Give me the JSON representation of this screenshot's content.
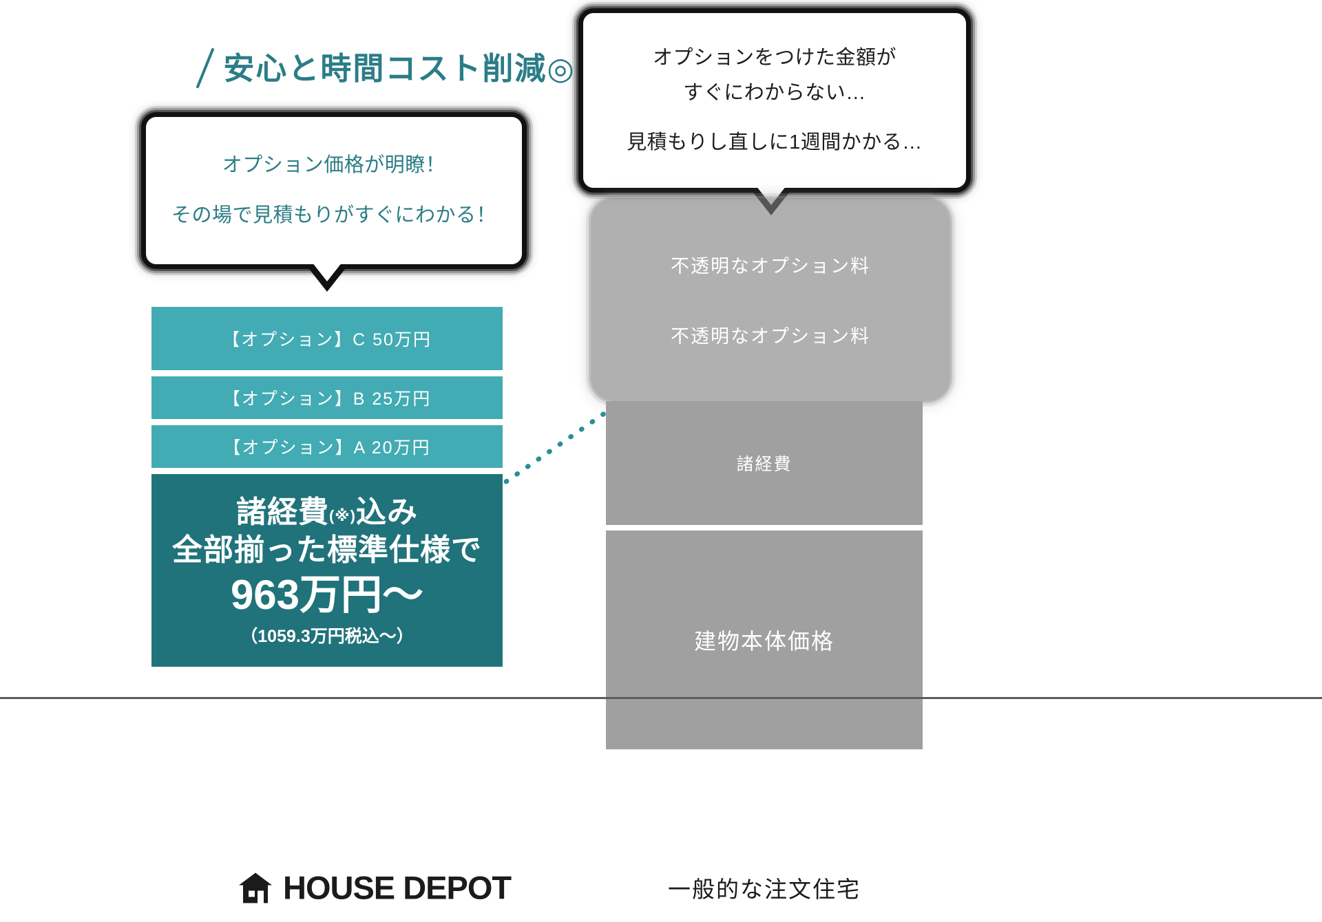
{
  "headline": {
    "text": "安心と時間コスト削減◎",
    "color": "#2b7d86"
  },
  "bubble_left": {
    "line1": "オプション価格が明瞭！",
    "line2": "その場で見積もりがすぐにわかる！"
  },
  "bubble_right": {
    "line1": "オプションをつけた金額が",
    "line2": "すぐにわからない…",
    "line3": "見積もりし直しに1週間かかる…"
  },
  "left_column": {
    "option_c": "【オプション】C 50万円",
    "option_b": "【オプション】B 25万円",
    "option_a": "【オプション】A 20万円",
    "base": {
      "line1_prefix": "諸経費",
      "line1_note": "(※)",
      "line1_suffix": "込み",
      "line2": "全部揃った標準仕様で",
      "price": "963万円〜",
      "tax_note": "（1059.3万円税込〜）"
    },
    "footer_logo": "HOUSE DEPOT"
  },
  "right_column": {
    "opaque_1": "不透明なオプション料",
    "opaque_2": "不透明なオプション料",
    "misc_fees": "諸経費",
    "building_body": "建物本体価格",
    "footer_label": "一般的な注文住宅"
  },
  "colors": {
    "teal_light": "#42abb3",
    "teal_dark": "#20737a",
    "teal_text": "#2b7d86",
    "gray_bar": "#a0a0a0",
    "gray_overlay": "rgba(128,128,128,.62)",
    "baseline": "#5c5c5c"
  },
  "chart_data": {
    "type": "bar",
    "title": "安心と時間コスト削減◎",
    "categories": [
      "HOUSE DEPOT",
      "一般的な注文住宅"
    ],
    "series": [
      {
        "name": "建物本体価格",
        "values": [
          null,
          318
        ]
      },
      {
        "name": "諸経費",
        "values": [
          null,
          180
        ]
      },
      {
        "name": "不透明なオプション料",
        "values": [
          null,
          295
        ]
      },
      {
        "name": "諸経費込み 全部揃った標準仕様で 963万円〜",
        "values": [
          280,
          null
        ]
      },
      {
        "name": "【オプション】A 20万円",
        "values": [
          62,
          null
        ]
      },
      {
        "name": "【オプション】B 25万円",
        "values": [
          62,
          null
        ]
      },
      {
        "name": "【オプション】C 50万円",
        "values": [
          92,
          null
        ]
      }
    ],
    "annotations": [
      "オプション価格が明瞭！",
      "その場で見積もりがすぐにわかる！",
      "オプションをつけた金額がすぐにわからない…",
      "見積もりし直しに1週間かかる…"
    ],
    "xlabel": "",
    "ylabel": "",
    "grid": false,
    "legend": "none"
  }
}
